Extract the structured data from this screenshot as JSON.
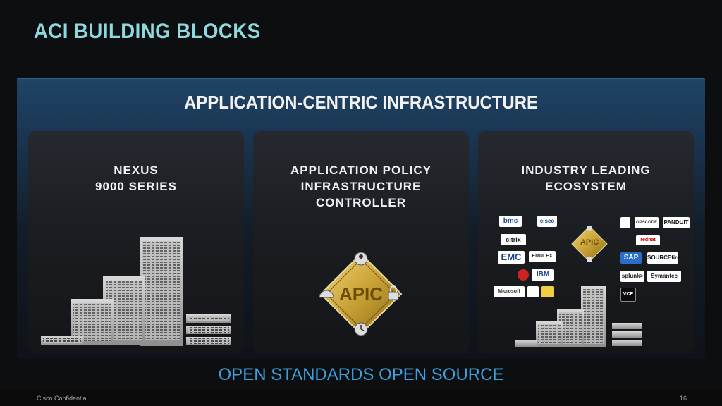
{
  "slide": {
    "title": "ACI BUILDING BLOCKS",
    "panel_title": "APPLICATION-CENTRIC INFRASTRUCTURE",
    "cards": [
      {
        "lines": [
          "NEXUS",
          "9000 SERIES"
        ]
      },
      {
        "lines": [
          "APPLICATION POLICY",
          "INFRASTRUCTURE",
          "CONTROLLER"
        ]
      },
      {
        "lines": [
          "INDUSTRY LEADING",
          "ECOSYSTEM"
        ]
      }
    ],
    "apic_label": "APIC",
    "ecosystem_logos": [
      "bmc",
      "cisco",
      "citrix",
      "EMC",
      "EMULEX",
      "IBM",
      "Microsoft",
      "OPSCODE",
      "PANDUIT",
      "redhat",
      "SAP",
      "SOURCEfire",
      "splunk>",
      "Symantec",
      "VCE"
    ],
    "footer_link": "OPEN STANDARDS OPEN SOURCE",
    "confidential": "Cisco Confidential",
    "page_number": "16"
  },
  "colors": {
    "title": "#8fd9de",
    "link": "#3aa0e0",
    "apic_gold": "#c9a235"
  }
}
